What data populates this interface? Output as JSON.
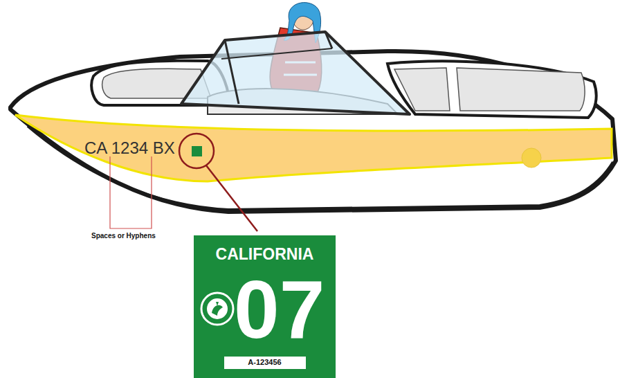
{
  "diagram": {
    "nodes": [
      {
        "text": [
          "CALIFORNIA",
          "07"
        ]
      },
      {
        "text": [
          "A-123456"
        ],
        "in": 0
      }
    ],
    "labels": [
      "CA 1234 BX",
      "Spaces or Hyphens"
    ]
  }
}
